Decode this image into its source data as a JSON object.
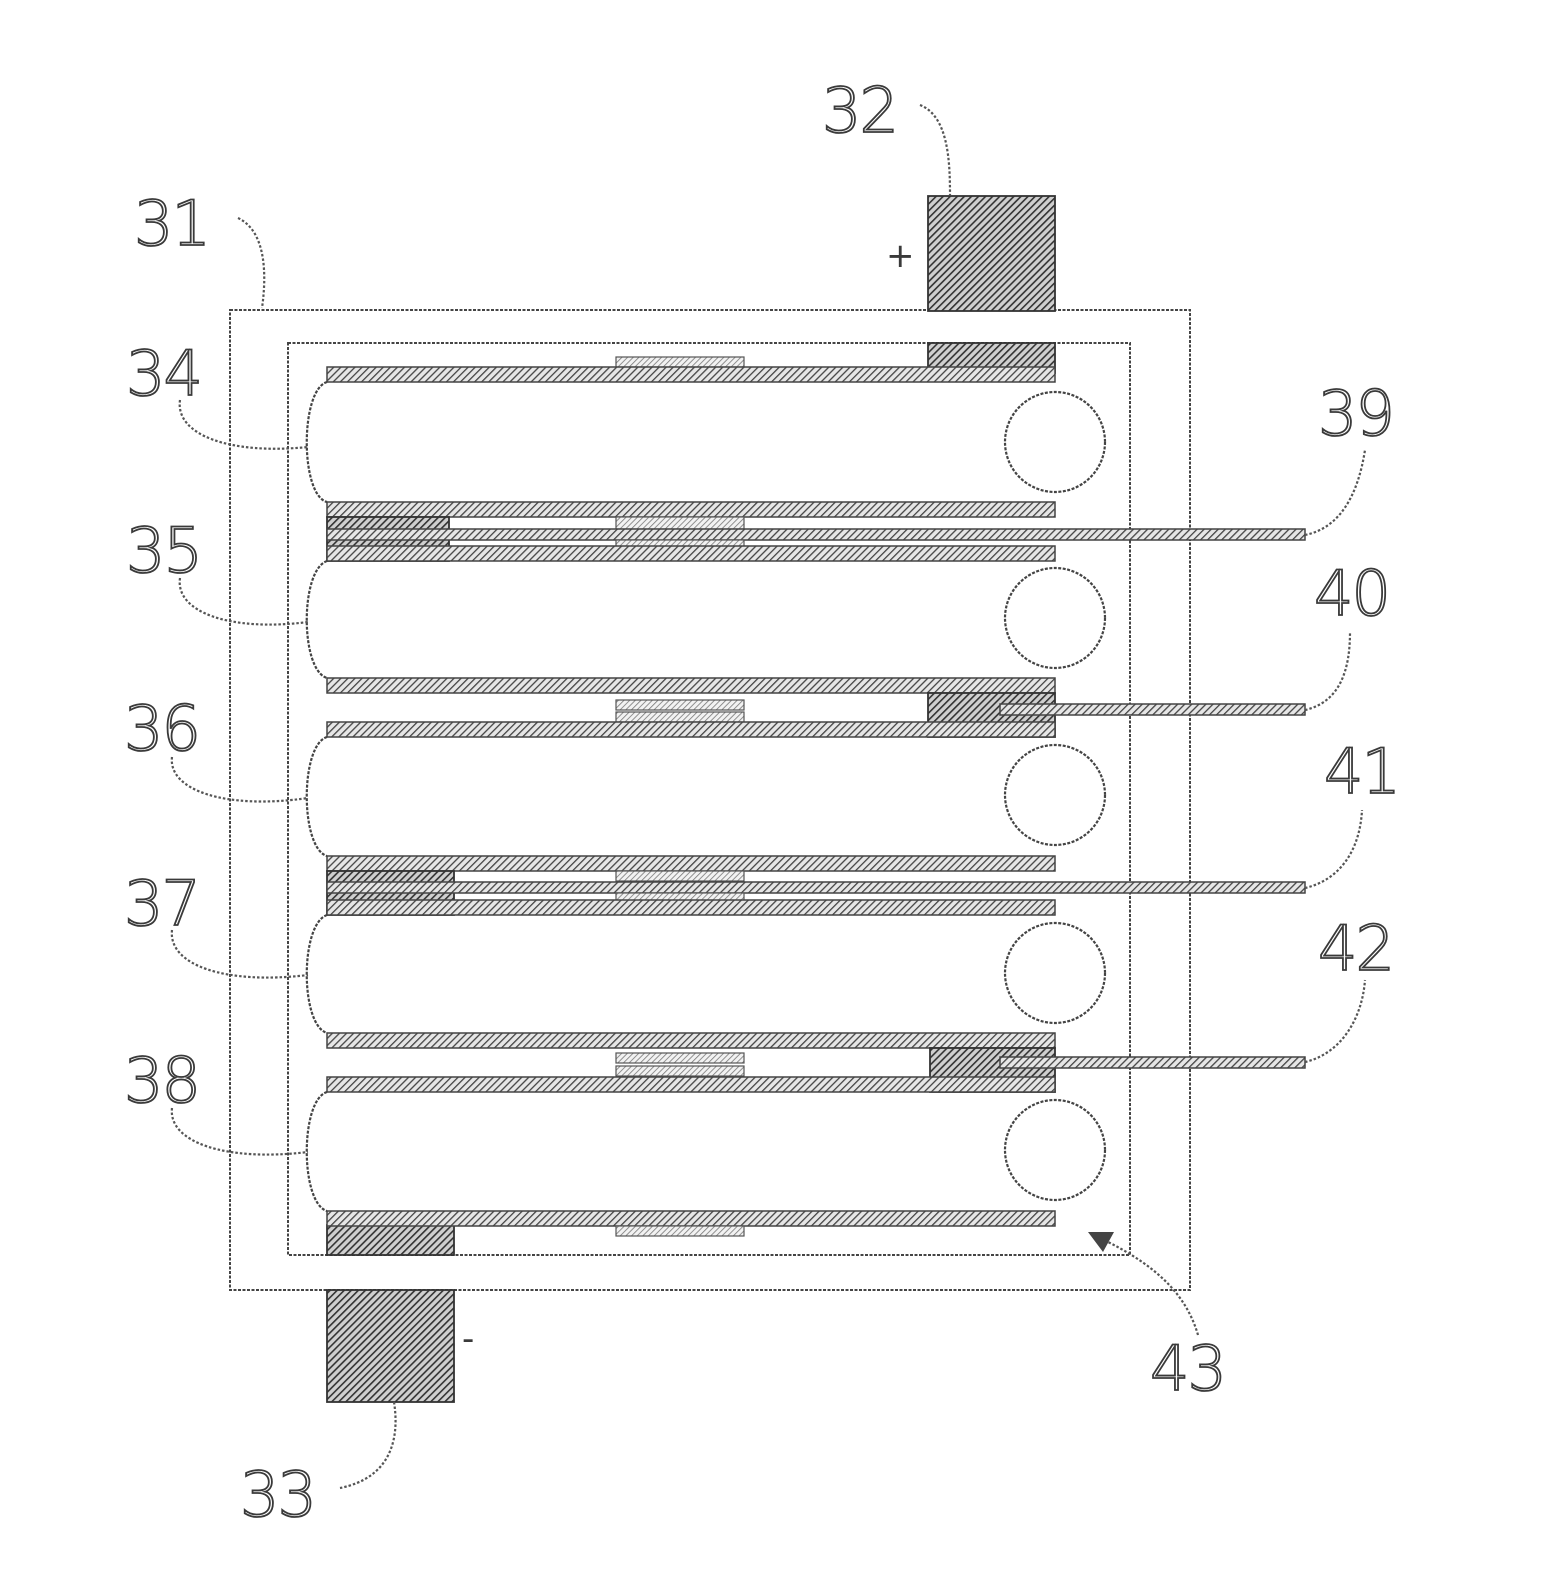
{
  "figure": {
    "labels": {
      "housing": "31",
      "positive_terminal": "32",
      "negative_terminal": "33",
      "cell_1": "34",
      "cell_2": "35",
      "cell_3": "36",
      "cell_4": "37",
      "cell_5": "38",
      "sense_lead_1": "39",
      "sense_lead_2": "40",
      "sense_lead_3": "41",
      "sense_lead_4": "42",
      "inner_space": "43"
    },
    "signs": {
      "positive": "+",
      "negative": "-"
    },
    "colors": {
      "ink": "#3a3a3a",
      "paper": "#ffffff"
    }
  }
}
